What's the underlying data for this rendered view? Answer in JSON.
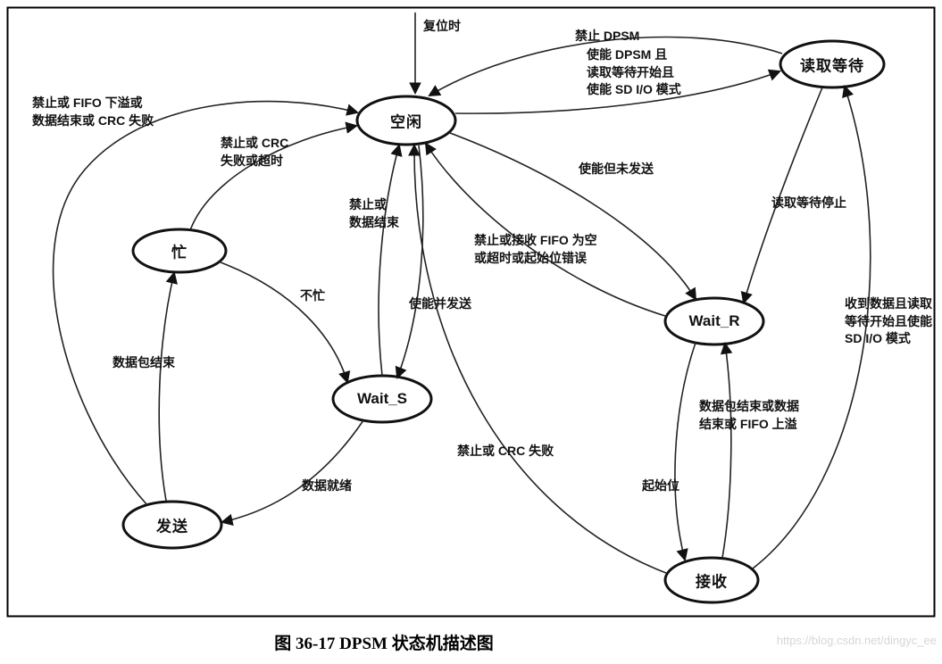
{
  "caption": "图 36-17 DPSM 状态机描述图",
  "watermark": "https://blog.csdn.net/dingyc_ee",
  "diagram": {
    "states": [
      {
        "label": "空闲"
      },
      {
        "label": "读取等待"
      },
      {
        "label": "忙"
      },
      {
        "label": "Wait_S"
      },
      {
        "label": "Wait_R"
      },
      {
        "label": "发送"
      },
      {
        "label": "接收"
      }
    ],
    "transitions": [
      {
        "label": "复位时"
      },
      {
        "label": "禁止 DPSM"
      },
      {
        "label": "使能 DPSM 且\n读取等待开始且\n使能 SD I/O 模式"
      },
      {
        "label": "禁止或 FIFO 下溢或\n数据结束或 CRC 失败"
      },
      {
        "label": "禁止或 CRC\n失败或超时"
      },
      {
        "label": "禁止或\n数据结束"
      },
      {
        "label": "使能但未发送"
      },
      {
        "label": "禁止或接收 FIFO 为空\n或超时或起始位错误"
      },
      {
        "label": "读取等待停止"
      },
      {
        "label": "不忙"
      },
      {
        "label": "使能并发送"
      },
      {
        "label": "收到数据且读取\n等待开始且使能\nSD I/O 模式"
      },
      {
        "label": "数据包结束"
      },
      {
        "label": "数据包结束或数据\n结束或 FIFO 上溢"
      },
      {
        "label": "禁止或 CRC 失败"
      },
      {
        "label": "数据就绪"
      },
      {
        "label": "起始位"
      }
    ]
  }
}
